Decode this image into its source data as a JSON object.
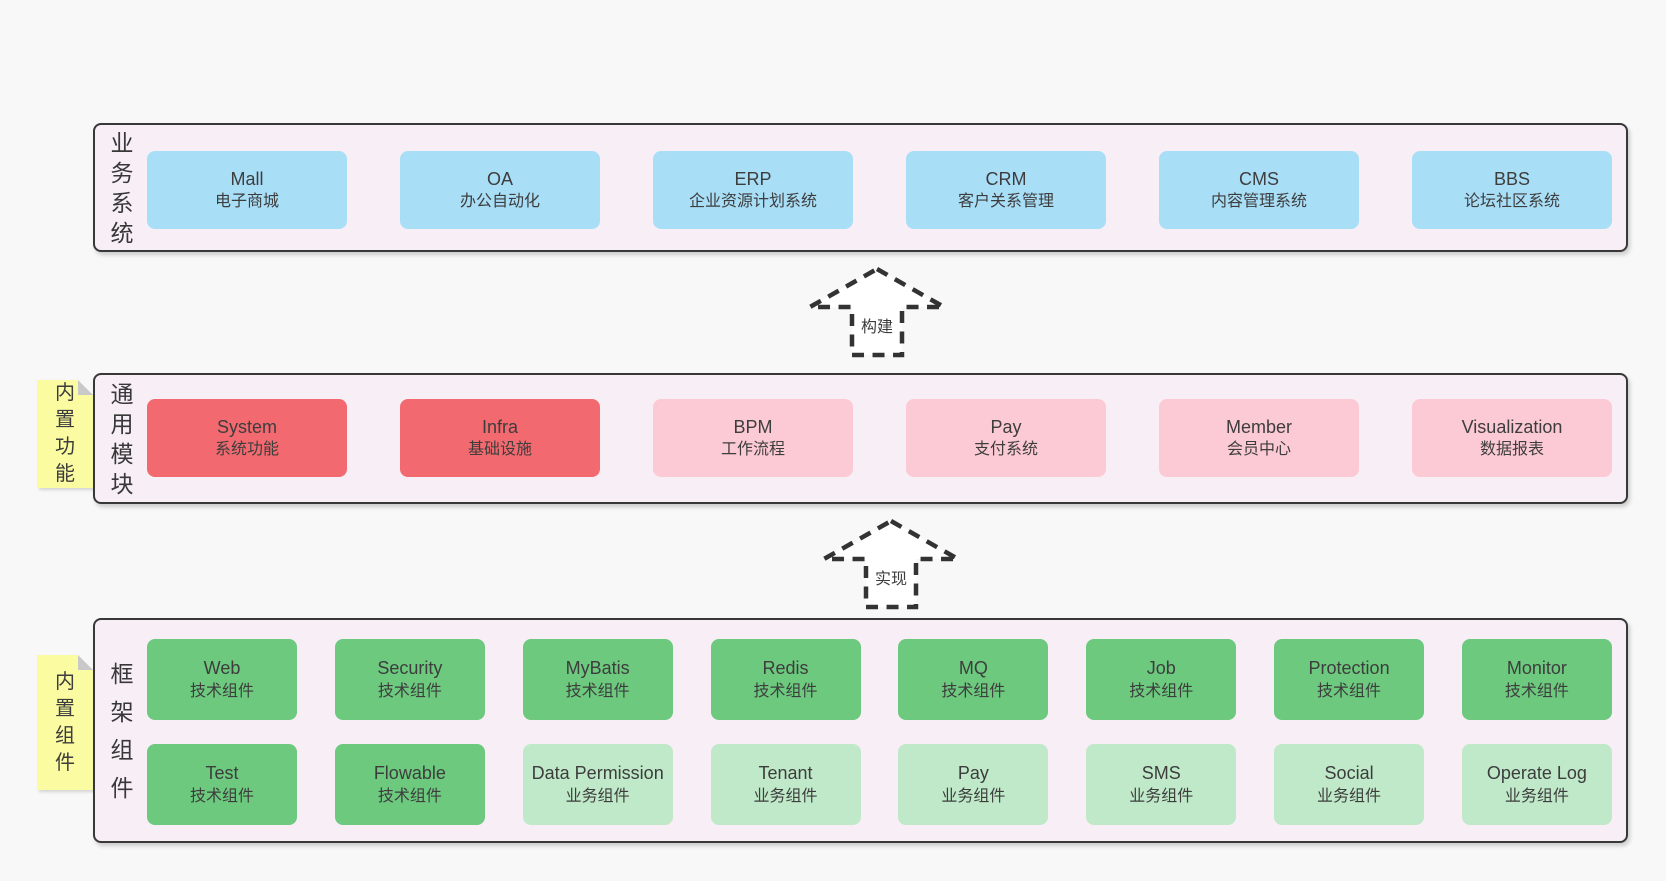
{
  "colors": {
    "blue": "#a9def7",
    "red": "#f2696f",
    "pink": "#fccad4",
    "green": "#6cc97e",
    "green-light": "#bfe9c8",
    "band_bg": "#f8eef6",
    "sticky_bg": "#fbfba2",
    "sticky_fold": "#c9c9c9",
    "border": "#383838",
    "text": "#3d3d3d",
    "page_bg": "#f8f8f8"
  },
  "arrows": [
    {
      "label": "构建"
    },
    {
      "label": "实现"
    }
  ],
  "bands": [
    {
      "id": "business-systems",
      "label": "业务系统",
      "sticky": null,
      "rows": [
        [
          {
            "en": "Mall",
            "zh": "电子商城",
            "color": "blue"
          },
          {
            "en": "OA",
            "zh": "办公自动化",
            "color": "blue"
          },
          {
            "en": "ERP",
            "zh": "企业资源计划系统",
            "color": "blue"
          },
          {
            "en": "CRM",
            "zh": "客户关系管理",
            "color": "blue"
          },
          {
            "en": "CMS",
            "zh": "内容管理系统",
            "color": "blue"
          },
          {
            "en": "BBS",
            "zh": "论坛社区系统",
            "color": "blue"
          }
        ]
      ]
    },
    {
      "id": "common-modules",
      "label": "通用模块",
      "sticky": "内置功能",
      "rows": [
        [
          {
            "en": "System",
            "zh": "系统功能",
            "color": "red"
          },
          {
            "en": "Infra",
            "zh": "基础设施",
            "color": "red"
          },
          {
            "en": "BPM",
            "zh": "工作流程",
            "color": "pink"
          },
          {
            "en": "Pay",
            "zh": "支付系统",
            "color": "pink"
          },
          {
            "en": "Member",
            "zh": "会员中心",
            "color": "pink"
          },
          {
            "en": "Visualization",
            "zh": "数据报表",
            "color": "pink"
          }
        ]
      ]
    },
    {
      "id": "framework-components",
      "label": "框架组件",
      "sticky": "内置组件",
      "rows": [
        [
          {
            "en": "Web",
            "zh": "技术组件",
            "color": "green"
          },
          {
            "en": "Security",
            "zh": "技术组件",
            "color": "green"
          },
          {
            "en": "MyBatis",
            "zh": "技术组件",
            "color": "green"
          },
          {
            "en": "Redis",
            "zh": "技术组件",
            "color": "green"
          },
          {
            "en": "MQ",
            "zh": "技术组件",
            "color": "green"
          },
          {
            "en": "Job",
            "zh": "技术组件",
            "color": "green"
          },
          {
            "en": "Protection",
            "zh": "技术组件",
            "color": "green"
          },
          {
            "en": "Monitor",
            "zh": "技术组件",
            "color": "green"
          }
        ],
        [
          {
            "en": "Test",
            "zh": "技术组件",
            "color": "green"
          },
          {
            "en": "Flowable",
            "zh": "技术组件",
            "color": "green"
          },
          {
            "en": "Data Permission",
            "zh": "业务组件",
            "color": "green-light"
          },
          {
            "en": "Tenant",
            "zh": "业务组件",
            "color": "green-light"
          },
          {
            "en": "Pay",
            "zh": "业务组件",
            "color": "green-light"
          },
          {
            "en": "SMS",
            "zh": "业务组件",
            "color": "green-light"
          },
          {
            "en": "Social",
            "zh": "业务组件",
            "color": "green-light"
          },
          {
            "en": "Operate Log",
            "zh": "业务组件",
            "color": "green-light"
          }
        ]
      ]
    }
  ]
}
